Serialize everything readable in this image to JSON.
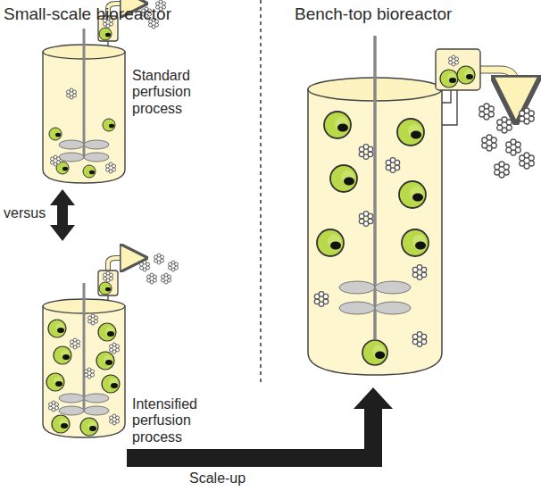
{
  "diagram": {
    "labels": [
      "Small-scale bioreactor",
      "Bench-top bioreactor",
      "Standard perfusion process",
      "versus",
      "Intensified perfusion process",
      "Scale-up"
    ]
  }
}
